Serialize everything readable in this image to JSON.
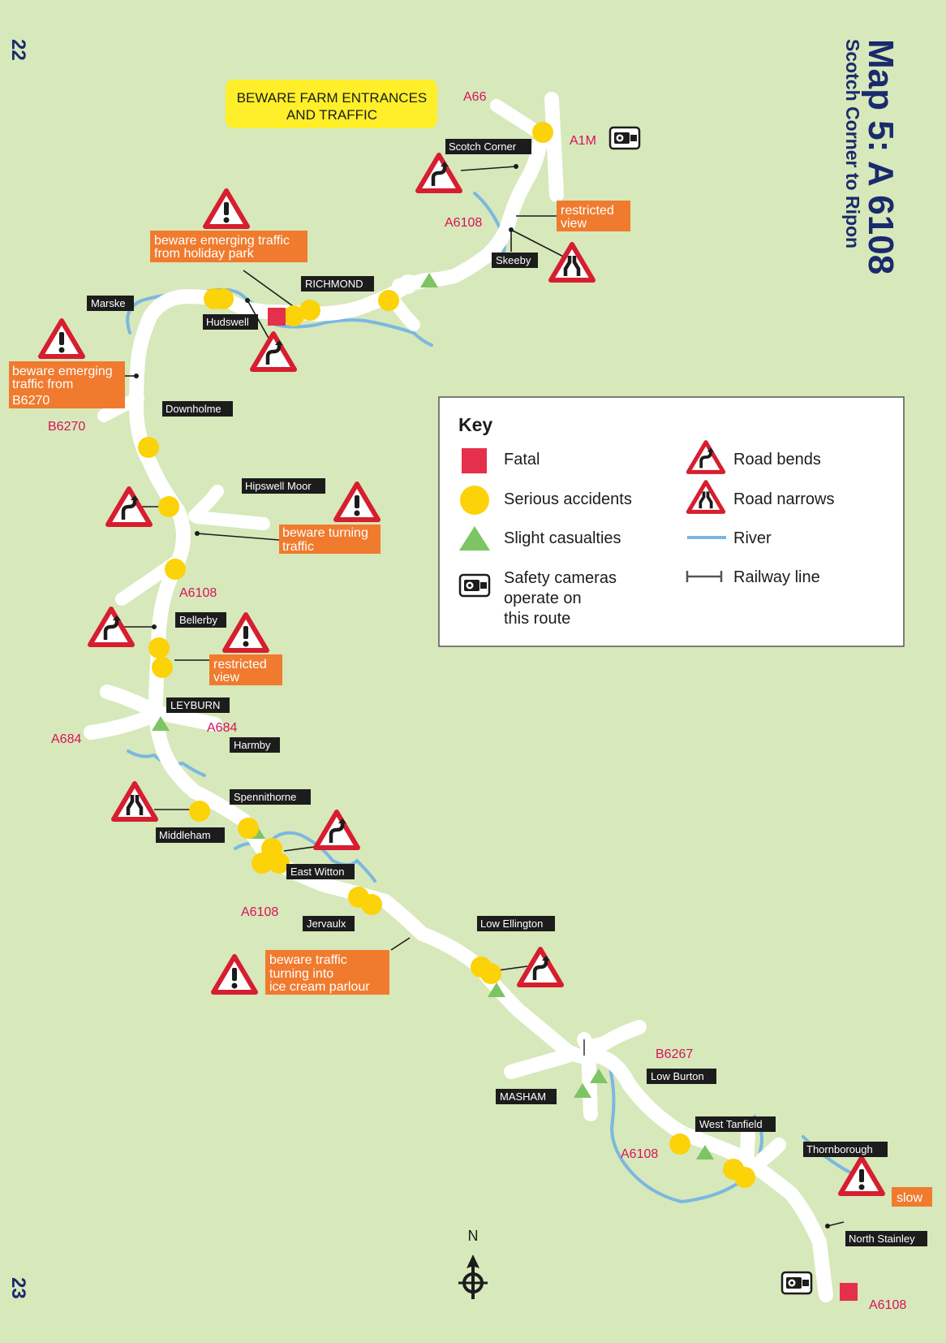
{
  "page_numbers": {
    "top": "22",
    "bottom": "23"
  },
  "title": {
    "main": "Map 5: A 6108",
    "sub": "Scotch Corner to Ripon"
  },
  "yellow_notice": {
    "line1": "BEWARE FARM ENTRANCES",
    "line2": "AND TRAFFIC"
  },
  "place_labels": {
    "scotch_corner": "Scotch Corner",
    "skeeby": "Skeeby",
    "richmond": "RICHMOND",
    "marske": "Marske",
    "hudswell": "Hudswell",
    "downholme": "Downholme",
    "hipswell_moor": "Hipswell Moor",
    "bellerby": "Bellerby",
    "leyburn": "LEYBURN",
    "harmby": "Harmby",
    "spennithorne": "Spennithorne",
    "middleham": "Middleham",
    "east_witton": "East Witton",
    "jervaulx": "Jervaulx",
    "low_ellington": "Low Ellington",
    "masham": "MASHAM",
    "low_burton": "Low Burton",
    "west_tanfield": "West Tanfield",
    "thornborough": "Thornborough",
    "north_stainley": "North Stainley"
  },
  "road_labels": {
    "a66": "A66",
    "a1m": "A1M",
    "a6108_top": "A6108",
    "b6270": "B6270",
    "a6108_mid": "A6108",
    "a684_right": "A684",
    "a684_left": "A684",
    "a6108_lower": "A6108",
    "b6267": "B6267",
    "a6108_masham": "A6108",
    "a6108_end": "A6108"
  },
  "warnings": {
    "restricted_view_1": [
      "restricted",
      "view"
    ],
    "holiday_park": [
      "beware emerging traffic",
      "from holiday park"
    ],
    "b6270_traffic": [
      "beware emerging",
      "traffic from",
      "B6270"
    ],
    "turning_traffic": [
      "beware turning",
      "traffic"
    ],
    "restricted_view_2": [
      "restricted",
      "view"
    ],
    "ice_cream": [
      "beware traffic",
      "turning into",
      "ice cream parlour"
    ],
    "slow": [
      "slow"
    ]
  },
  "compass": {
    "north": "N"
  },
  "key": {
    "title": "Key",
    "fatal": "Fatal",
    "serious": "Serious accidents",
    "slight": "Slight casualties",
    "camera": [
      "Safety cameras",
      "operate on",
      "this route"
    ],
    "road_bends": "Road bends",
    "road_narrows": "Road narrows",
    "river": "River",
    "railway": "Railway line"
  },
  "colors": {
    "background": "#d7e8bb",
    "road": "#ffffff",
    "river": "#7bb8e0",
    "fatal": "#e4304a",
    "serious": "#fcd209",
    "slight": "#7cc464",
    "warning_box": "#f07b2e",
    "notice": "#ffef2a",
    "sign_border": "#d61e2f",
    "title": "#1a2a6c",
    "road_label": "#d6135a"
  }
}
